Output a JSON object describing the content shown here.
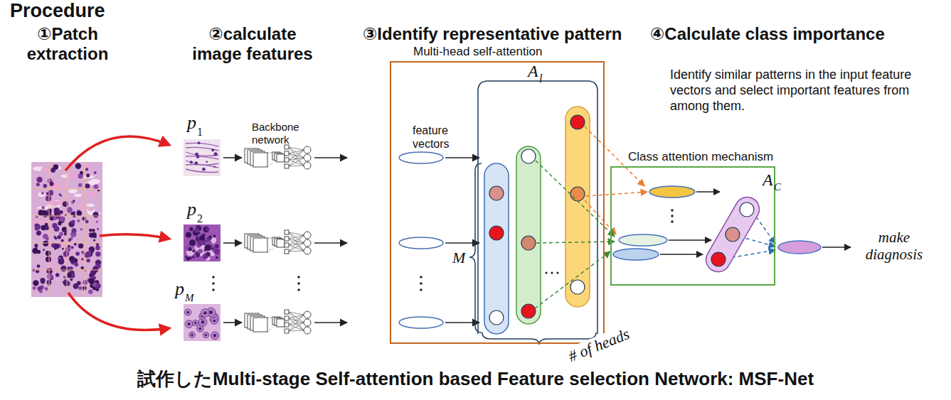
{
  "diagram": {
    "title": "Procedure",
    "caption": "試作したMulti-stage Self-attention based Feature selection Network: MSF-Net",
    "nodes": [
      {
        "text": [
          "Multi-head self-attention"
        ]
      },
      {
        "text": [
          "Class attention mechanism"
        ]
      }
    ],
    "labels": [
      "①Patch extraction",
      "②calculate image features",
      "③Identify representative pattern",
      "④Calculate class importance",
      "p",
      "1",
      "p",
      "2",
      "p",
      "M",
      "Backbone network",
      "feature vectors",
      "A",
      "l",
      "M",
      "# of heads",
      "Identify similar patterns in the input feature vectors and select important features from among them.",
      "A",
      "C",
      "make diagnosis"
    ]
  }
}
